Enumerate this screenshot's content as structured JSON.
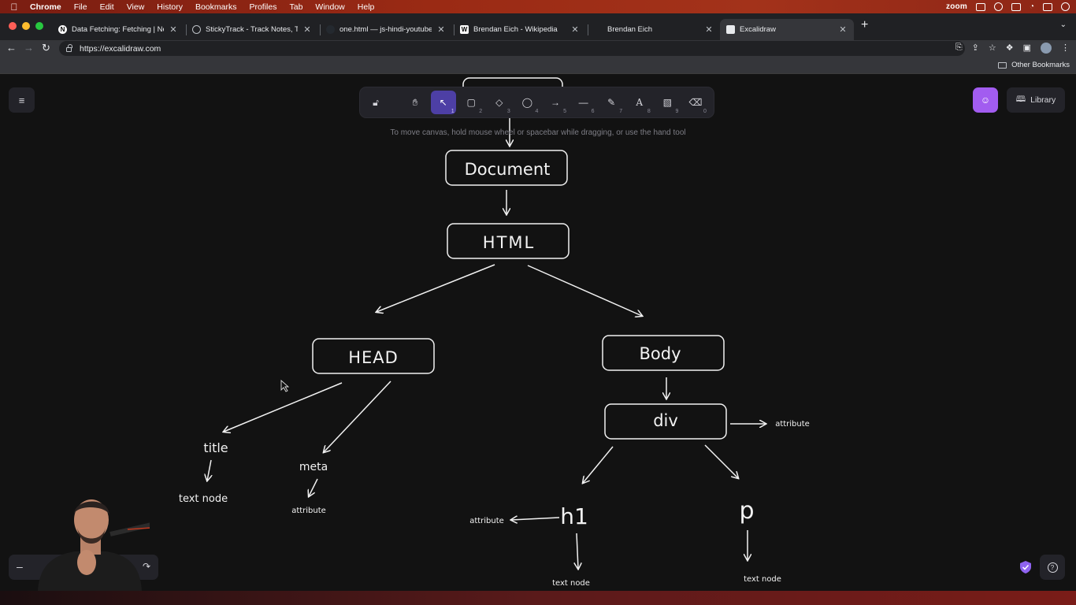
{
  "menubar": {
    "app": "Chrome",
    "items": [
      "File",
      "Edit",
      "View",
      "History",
      "Bookmarks",
      "Profiles",
      "Tab",
      "Window",
      "Help"
    ],
    "right_app": "zoom"
  },
  "tabs": [
    {
      "title": "Data Fetching: Fetching | Next.",
      "favicon": "N"
    },
    {
      "title": "StickyTrack - Track Notes, Trac",
      "favicon": "globe"
    },
    {
      "title": "one.html — js-hindi-youtube [C",
      "favicon": "github"
    },
    {
      "title": "Brendan Eich - Wikipedia",
      "favicon": "W"
    },
    {
      "title": "Brendan Eich",
      "favicon": "youtube"
    },
    {
      "title": "Excalidraw",
      "favicon": "excalidraw"
    }
  ],
  "omnibox": {
    "url": "https://excalidraw.com"
  },
  "bookmarks": {
    "other": "Other Bookmarks"
  },
  "excalidraw": {
    "hint": "To move canvas, hold mouse wheel or spacebar while dragging, or use the hand tool",
    "library_label": "Library",
    "tools": [
      {
        "name": "lock",
        "key": ""
      },
      {
        "name": "hand",
        "key": ""
      },
      {
        "name": "selection",
        "key": "1"
      },
      {
        "name": "rectangle",
        "key": "2"
      },
      {
        "name": "diamond",
        "key": "3"
      },
      {
        "name": "ellipse",
        "key": "4"
      },
      {
        "name": "arrow",
        "key": "5"
      },
      {
        "name": "line",
        "key": "6"
      },
      {
        "name": "draw",
        "key": "7"
      },
      {
        "name": "text",
        "key": "8"
      },
      {
        "name": "image",
        "key": "9"
      },
      {
        "name": "eraser",
        "key": "0"
      }
    ]
  },
  "diagram": {
    "document": "Document",
    "html": "HTML",
    "head": "HEAD",
    "body": "Body",
    "div": "div",
    "title": "title",
    "meta": "meta",
    "text_node_1": "text node",
    "attr_meta": "attribute",
    "attr_div": "attribute",
    "h1": "h1",
    "p": "p",
    "attr_h1": "attribute",
    "text_node_h1": "text node",
    "text_node_p": "text node"
  }
}
